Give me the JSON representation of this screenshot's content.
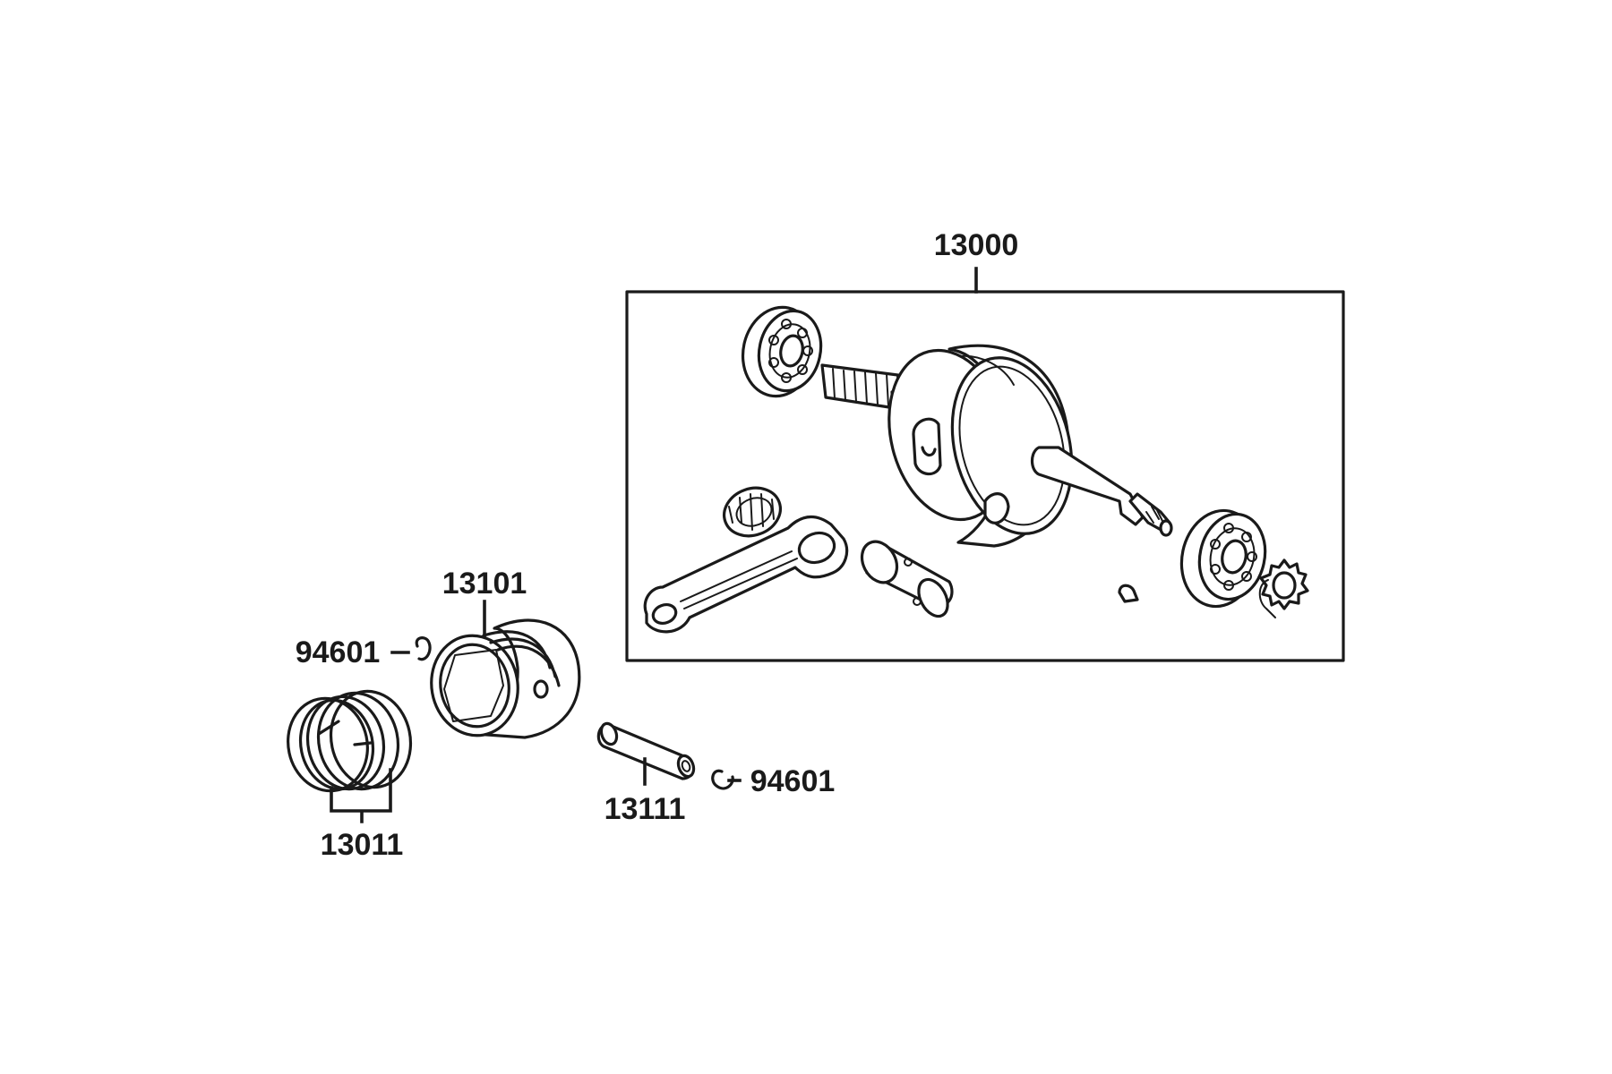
{
  "labels": {
    "crankshaft_assembly": "13000",
    "piston": "13101",
    "piston_rings": "13011",
    "piston_pin": "13111",
    "circlip_left": "94601",
    "circlip_right": "94601"
  },
  "colors": {
    "ink": "#1a1a1a",
    "background": "#ffffff"
  }
}
